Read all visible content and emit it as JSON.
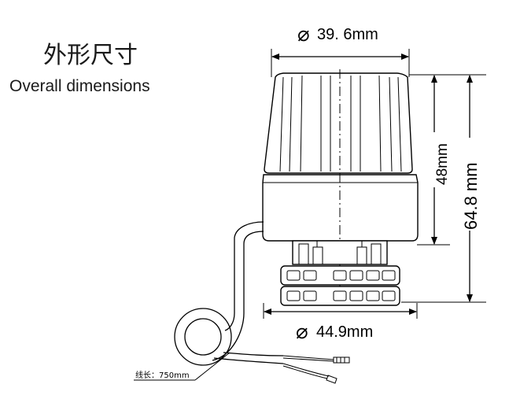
{
  "title_cn": "外形尺寸",
  "title_en": "Overall dimensions",
  "dim_top_diameter": "39. 6mm",
  "dim_bottom_diameter": "44.9mm",
  "dim_upper_height": "48mm",
  "dim_total_height": "64.8  mm",
  "diameter_symbol": "⌀",
  "cable_length_label": "线长：750mm"
}
